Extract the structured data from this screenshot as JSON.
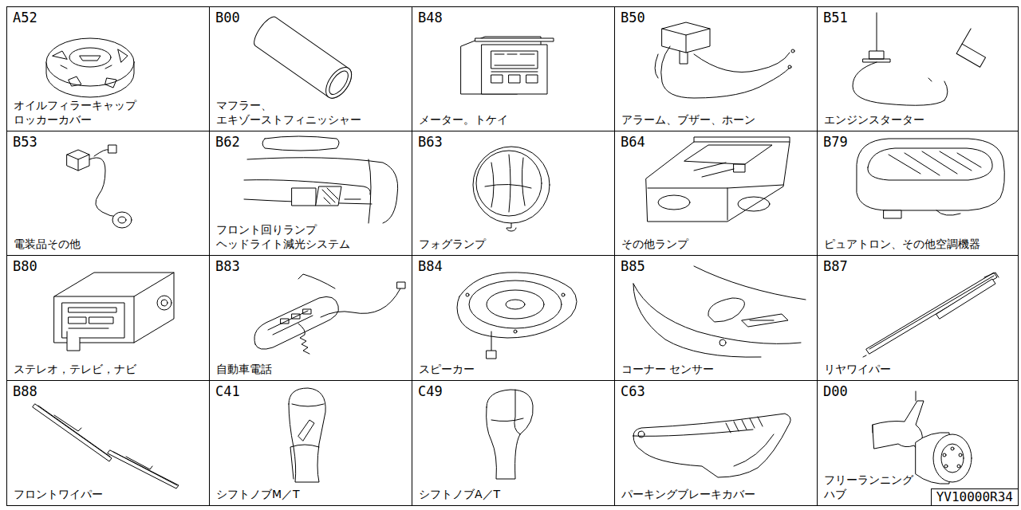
{
  "diagram": {
    "nodes": [
      {
        "text": [
          "A52",
          "オイルフィラーキャップ ロッカーカバー"
        ]
      },
      {
        "text": [
          "B00",
          "マフラー、 エキゾーストフィニッシャー"
        ]
      },
      {
        "text": [
          "B48",
          "メーター。トケイ"
        ]
      },
      {
        "text": [
          "B50",
          "アラーム、ブザー、ホーン"
        ]
      },
      {
        "text": [
          "B51",
          "エンジンスターター"
        ]
      },
      {
        "text": [
          "B53",
          "電装品その他"
        ]
      },
      {
        "text": [
          "B62",
          "フロント回りランプ ヘッドライト減光システム"
        ]
      },
      {
        "text": [
          "B63",
          "フォグランプ"
        ]
      },
      {
        "text": [
          "B64",
          "その他ランプ"
        ]
      },
      {
        "text": [
          "B79",
          "ピュアトロン、その他空調機器"
        ]
      },
      {
        "text": [
          "B80",
          "ステレオ，テレビ，ナビ"
        ]
      },
      {
        "text": [
          "B83",
          "自動車電話"
        ]
      },
      {
        "text": [
          "B84",
          "スピーカー"
        ]
      },
      {
        "text": [
          "B85",
          "コーナー センサー"
        ]
      },
      {
        "text": [
          "B87",
          "リヤワイパー"
        ]
      },
      {
        "text": [
          "B88",
          "フロントワイパー"
        ]
      },
      {
        "text": [
          "C41",
          "シフトノブM／T"
        ]
      },
      {
        "text": [
          "C49",
          "シフトノブA／T"
        ]
      },
      {
        "text": [
          "C63",
          "パーキングブレーキカバー"
        ]
      },
      {
        "text": [
          "D00",
          "フリーランニング ハブ"
        ]
      },
      {
        "text": [
          "YV10000R34"
        ]
      }
    ]
  }
}
